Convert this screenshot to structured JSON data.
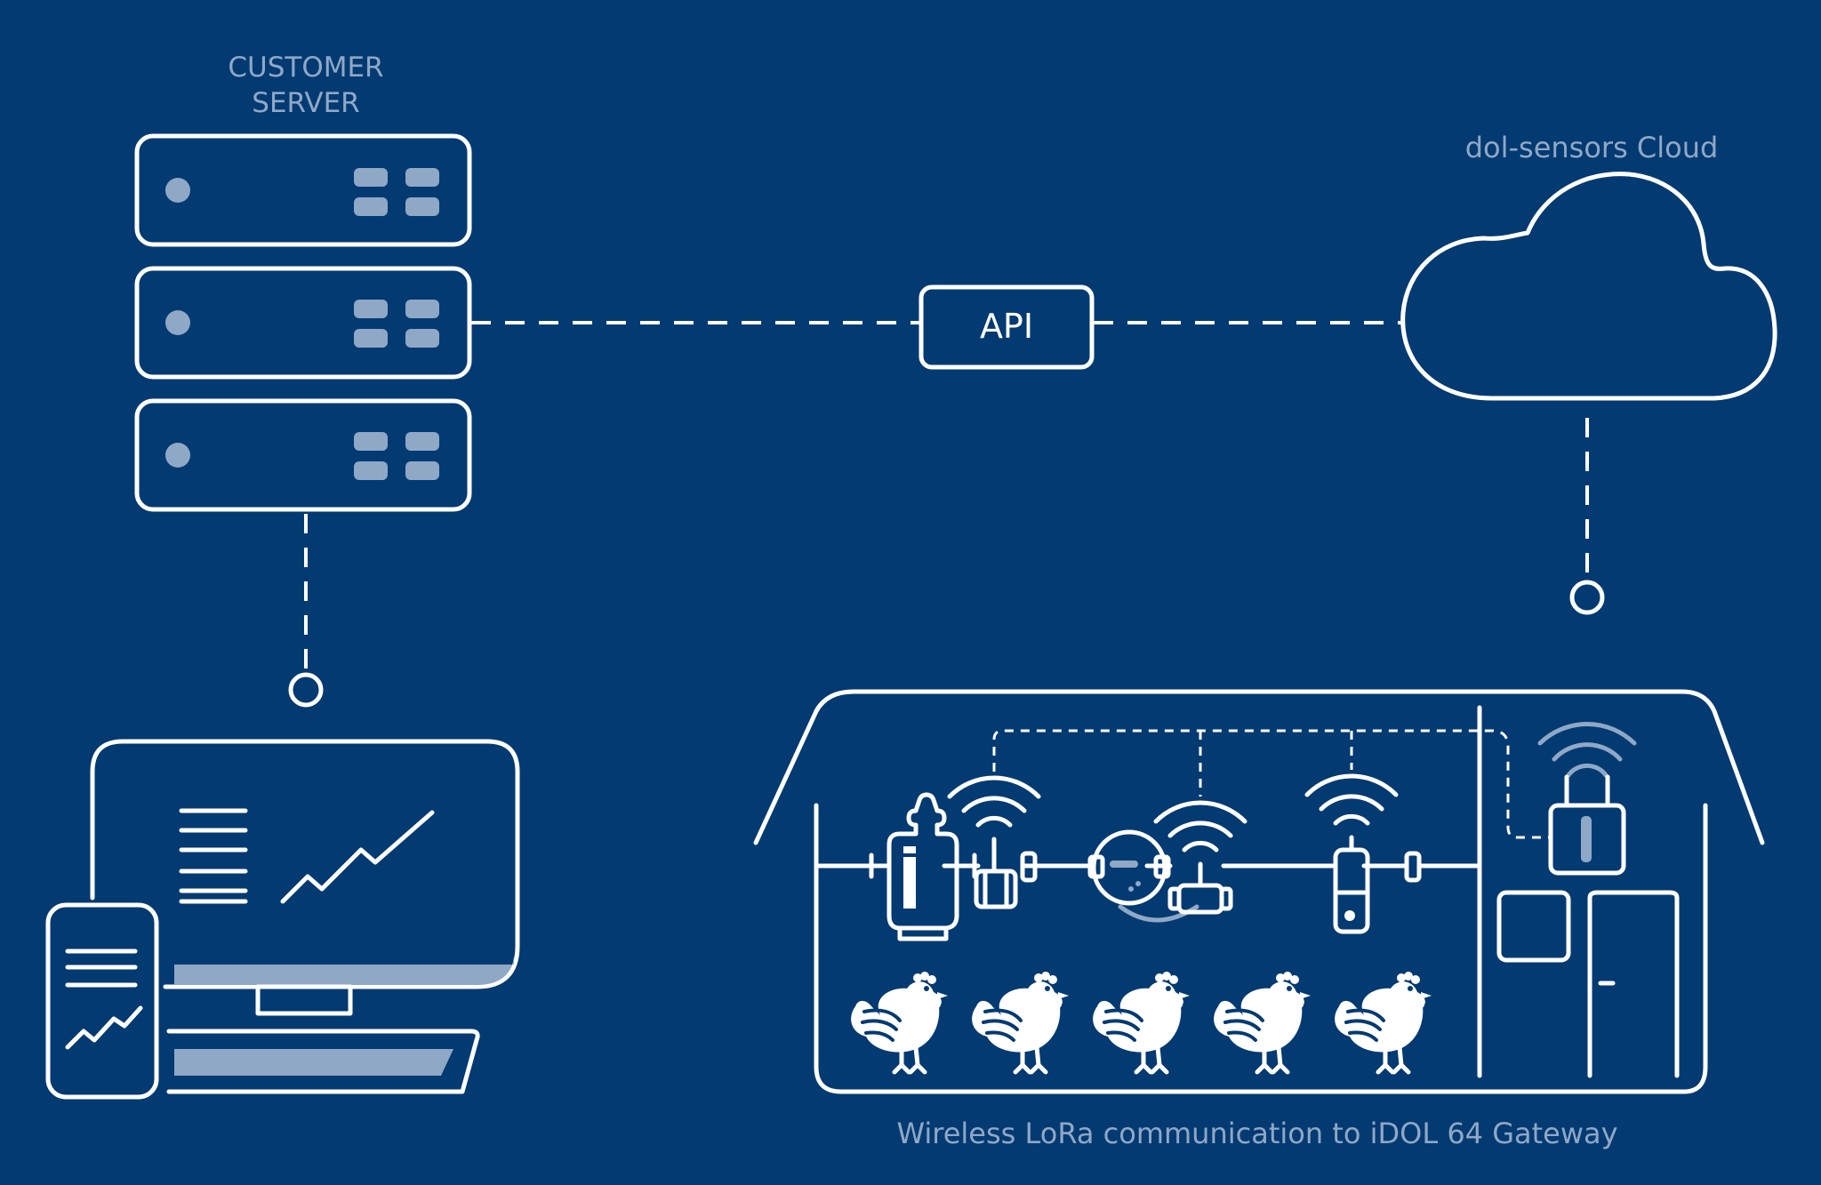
{
  "labels": {
    "customer_server_line1": "CUSTOMER",
    "customer_server_line2": "SERVER",
    "cloud": "dol-sensors Cloud",
    "api": "API",
    "footer": "Wireless LoRa communication to iDOL 64 Gateway"
  },
  "colors": {
    "background": "#043A72",
    "line": "#FFFFFF",
    "muted": "#8FA8C6"
  },
  "icons": [
    "server-stack-icon",
    "cloud-icon",
    "desktop-monitor-icon",
    "smartphone-icon",
    "barn-icon",
    "wifi-icon",
    "chicken-icon",
    "gateway-router-icon",
    "water-meter-icon",
    "sensor-icon"
  ]
}
